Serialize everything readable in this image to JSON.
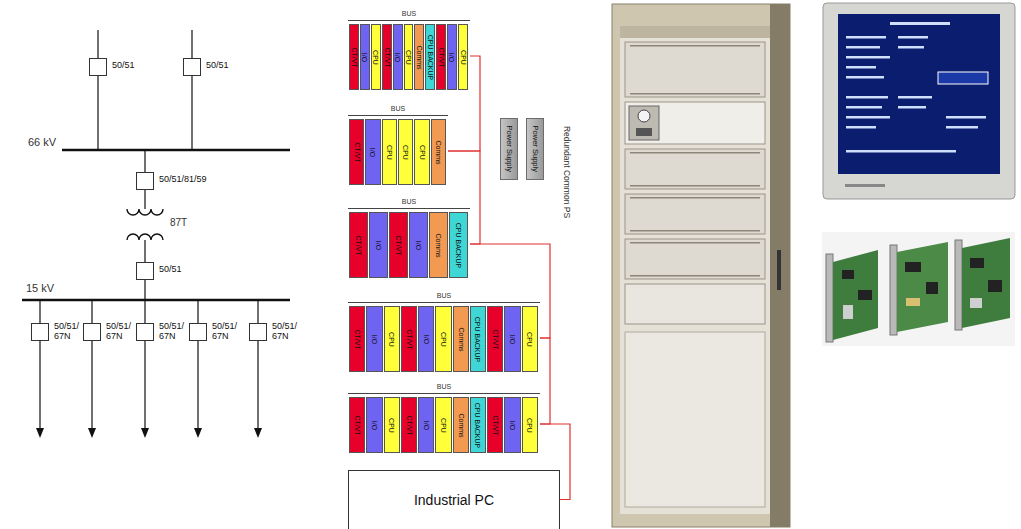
{
  "diagram": {
    "nodes": [
      {
        "text": [
          "50/51"
        ]
      },
      {
        "text": [
          "50/51"
        ]
      },
      {
        "text": [
          "50/51/81/59"
        ]
      },
      {
        "text": [
          "50/51"
        ]
      },
      {
        "text": [
          "50/51/ 67N"
        ]
      },
      {
        "text": [
          "50/51/ 67N"
        ]
      },
      {
        "text": [
          "50/51/ 67N"
        ]
      },
      {
        "text": [
          "50/51/ 67N"
        ]
      },
      {
        "text": [
          "50/51/ 67N"
        ]
      },
      {
        "text": [
          "BUS"
        ]
      },
      {
        "text": [
          "CT/VT"
        ],
        "in": 9
      },
      {
        "text": [
          "I/O"
        ],
        "in": 9
      },
      {
        "text": [
          "CPU"
        ],
        "in": 9
      },
      {
        "text": [
          "CT/VT"
        ],
        "in": 9
      },
      {
        "text": [
          "I/O"
        ],
        "in": 9
      },
      {
        "text": [
          "CPU"
        ],
        "in": 9
      },
      {
        "text": [
          "Comms"
        ],
        "in": 9
      },
      {
        "text": [
          "CPU BACKUP"
        ],
        "in": 9
      },
      {
        "text": [
          "CT/VT"
        ],
        "in": 9
      },
      {
        "text": [
          "I/O"
        ],
        "in": 9
      },
      {
        "text": [
          "CPU"
        ],
        "in": 9
      },
      {
        "text": [
          "BUS"
        ]
      },
      {
        "text": [
          "CT/VT"
        ],
        "in": 21
      },
      {
        "text": [
          "I/O"
        ],
        "in": 21
      },
      {
        "text": [
          "CPU"
        ],
        "in": 21
      },
      {
        "text": [
          "CPU"
        ],
        "in": 21
      },
      {
        "text": [
          "CPU"
        ],
        "in": 21
      },
      {
        "text": [
          "Comms"
        ],
        "in": 21
      },
      {
        "text": [
          "BUS"
        ]
      },
      {
        "text": [
          "CT/VT"
        ],
        "in": 28
      },
      {
        "text": [
          "I/O"
        ],
        "in": 28
      },
      {
        "text": [
          "CT/VT"
        ],
        "in": 28
      },
      {
        "text": [
          "I/O"
        ],
        "in": 28
      },
      {
        "text": [
          "Comms"
        ],
        "in": 28
      },
      {
        "text": [
          "CPU BACKUP"
        ],
        "in": 28
      },
      {
        "text": [
          "BUS"
        ]
      },
      {
        "text": [
          "CT/VT"
        ],
        "in": 35
      },
      {
        "text": [
          "I/O"
        ],
        "in": 35
      },
      {
        "text": [
          "CPU"
        ],
        "in": 35
      },
      {
        "text": [
          "CT/VT"
        ],
        "in": 35
      },
      {
        "text": [
          "I/O"
        ],
        "in": 35
      },
      {
        "text": [
          "CPU"
        ],
        "in": 35
      },
      {
        "text": [
          "Comms"
        ],
        "in": 35
      },
      {
        "text": [
          "CPU BACKUP"
        ],
        "in": 35
      },
      {
        "text": [
          "CT/VT"
        ],
        "in": 35
      },
      {
        "text": [
          "I/O"
        ],
        "in": 35
      },
      {
        "text": [
          "CPU"
        ],
        "in": 35
      },
      {
        "text": [
          "BUS"
        ]
      },
      {
        "text": [
          "CT/VT"
        ],
        "in": 47
      },
      {
        "text": [
          "I/O"
        ],
        "in": 47
      },
      {
        "text": [
          "CPU"
        ],
        "in": 47
      },
      {
        "text": [
          "CT/VT"
        ],
        "in": 47
      },
      {
        "text": [
          "I/O"
        ],
        "in": 47
      },
      {
        "text": [
          "CPU"
        ],
        "in": 47
      },
      {
        "text": [
          "Comms"
        ],
        "in": 47
      },
      {
        "text": [
          "CPU BACKUP"
        ],
        "in": 47
      },
      {
        "text": [
          "CT/VT"
        ],
        "in": 47
      },
      {
        "text": [
          "I/O"
        ],
        "in": 47
      },
      {
        "text": [
          "CPU"
        ],
        "in": 47
      },
      {
        "text": [
          "Power Supply"
        ]
      },
      {
        "text": [
          "Power Supply"
        ]
      },
      {
        "text": [
          "Industrial PC"
        ]
      }
    ],
    "edges": [
      {
        "from": 9,
        "to": 21,
        "arrow": "none"
      },
      {
        "from": 21,
        "to": 28,
        "arrow": "none"
      },
      {
        "from": 28,
        "to": 35,
        "arrow": "none"
      },
      {
        "from": 35,
        "to": 47,
        "arrow": "none"
      },
      {
        "from": 47,
        "to": 61,
        "arrow": "none"
      }
    ],
    "labels": [
      "66 kV",
      "87T",
      "15 kV",
      "Redundant Common PS"
    ]
  }
}
